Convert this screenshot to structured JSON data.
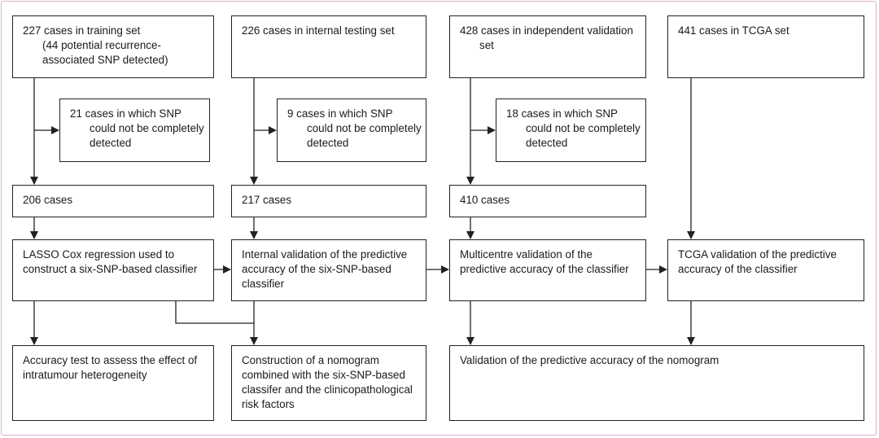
{
  "nodes": {
    "training": {
      "line1": "227 cases in training set",
      "line2": "(44 potential recurrence-",
      "line3": "associated SNP detected)"
    },
    "internal": {
      "line1": "226 cases in internal testing set"
    },
    "independent": {
      "line1": "428 cases in independent validation",
      "line2": "set"
    },
    "tcga": {
      "line1": "441 cases in TCGA set"
    },
    "excl1": {
      "line1": "21 cases in which SNP",
      "line2": "could not be completely",
      "line3": "detected"
    },
    "excl2": {
      "line1": "9 cases in which SNP",
      "line2": "could not be completely",
      "line3": "detected"
    },
    "excl3": {
      "line1": "18 cases in which SNP",
      "line2": "could not be completely",
      "line3": "detected"
    },
    "n206": {
      "line1": "206 cases"
    },
    "n217": {
      "line1": "217 cases"
    },
    "n410": {
      "line1": "410 cases"
    },
    "lasso": {
      "line1": "LASSO Cox regression used to",
      "line2": "construct a six-SNP-based classifier"
    },
    "intval": {
      "line1": "Internal validation of the predictive",
      "line2": "accuracy of the six-SNP-based",
      "line3": "classifier"
    },
    "multival": {
      "line1": "Multicentre validation of the",
      "line2": "predictive accuracy of the classifier"
    },
    "tcgaval": {
      "line1": "TCGA validation of the predictive",
      "line2": "accuracy of the classifier"
    },
    "accuracy": {
      "line1": "Accuracy test to assess the effect of",
      "line2": "intratumour heterogeneity"
    },
    "nomogram": {
      "line1": "Construction of a nomogram",
      "line2": "combined with the six-SNP-based",
      "line3": "classifer and the clinicopathological",
      "line4": "risk factors"
    },
    "nomoval": {
      "line1": "Validation of the predictive accuracy of the nomogram"
    }
  },
  "colors": {
    "border": "#222222",
    "frame": "#d8b3c4",
    "text": "#1a1a1a"
  }
}
